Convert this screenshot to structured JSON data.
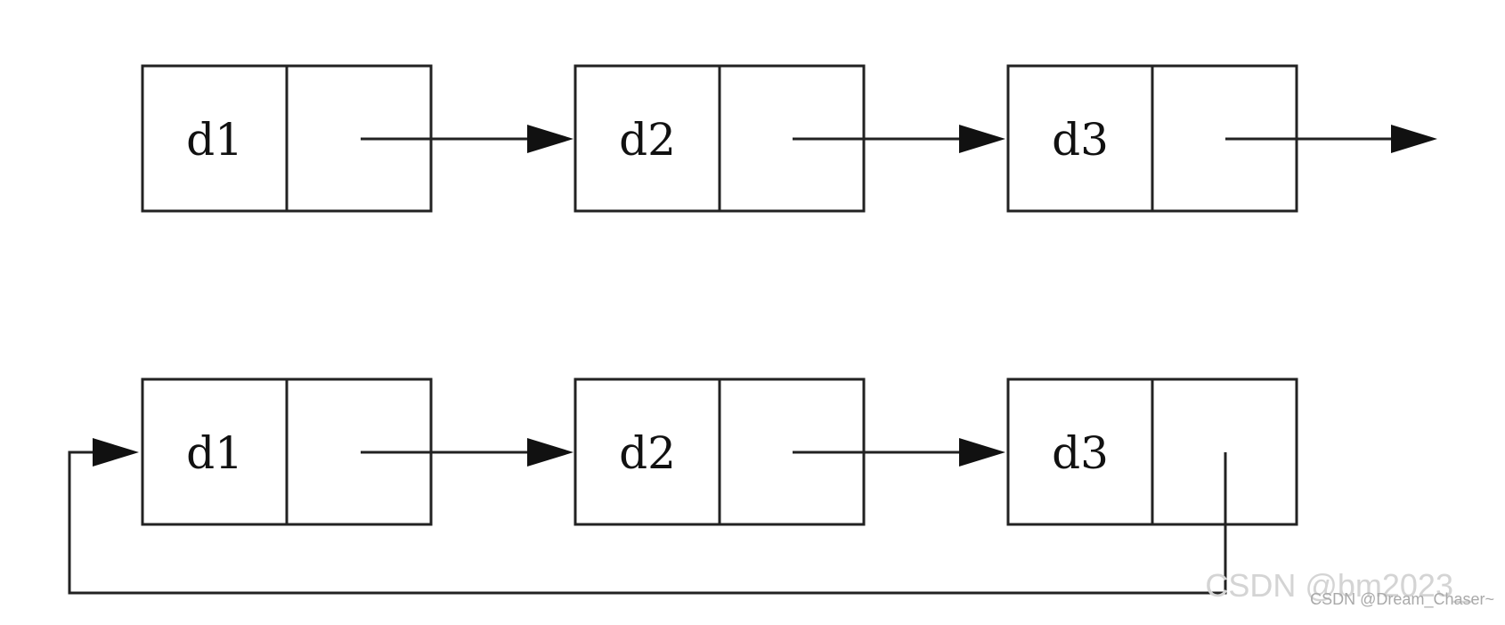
{
  "diagrams": [
    {
      "nodes": [
        {
          "label": "d1"
        },
        {
          "label": "d2"
        },
        {
          "label": "d3"
        }
      ]
    },
    {
      "nodes": [
        {
          "label": "d1"
        },
        {
          "label": "d2"
        },
        {
          "label": "d3"
        }
      ]
    }
  ],
  "watermark": {
    "back": "CSDN @bm2023_",
    "front": "CSDN @Dream_Chaser~"
  },
  "colors": {
    "stroke": "#222222",
    "background": "#ffffff"
  }
}
